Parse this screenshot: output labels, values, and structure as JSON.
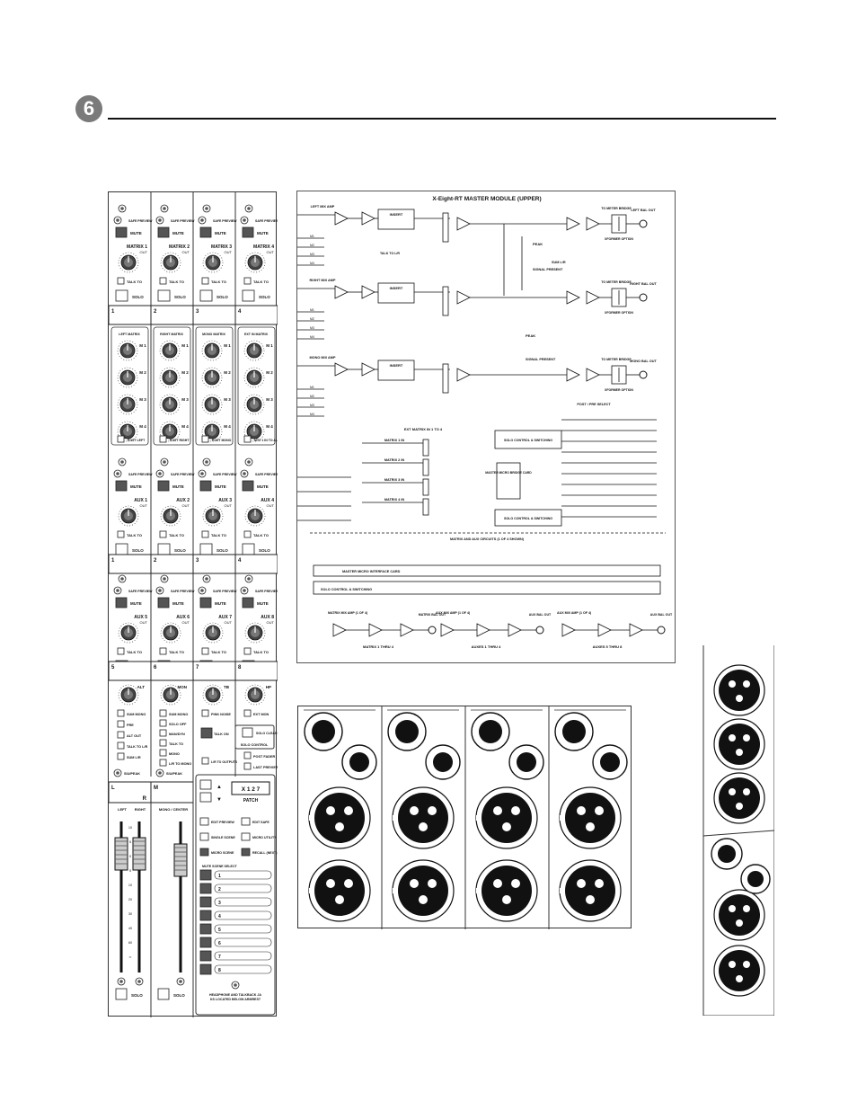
{
  "page": {
    "section_number": "6"
  },
  "strip": {
    "matrix_labels": [
      "MATRIX 1",
      "MATRIX 2",
      "MATRIX 3",
      "MATRIX 4"
    ],
    "aux_top_labels": [
      "AUX 1",
      "AUX 2",
      "AUX 3",
      "AUX 4"
    ],
    "aux_bot_labels": [
      "AUX 5",
      "AUX 6",
      "AUX 7",
      "AUX 8"
    ],
    "out": "OUT",
    "safe_preview": "SAFE PREVIEW",
    "mute": "MUTE",
    "talk_to": "TALK TO",
    "solo": "SOLO",
    "row_nums_a": [
      "1",
      "2",
      "3",
      "4"
    ],
    "row_nums_b": [
      "1",
      "2",
      "3",
      "4"
    ],
    "row_nums_c": [
      "5",
      "6",
      "7",
      "8"
    ],
    "matrix_sources": [
      "LEFT MATRIX",
      "RIGHT MATRIX",
      "MONO MATRIX",
      "EXT IN MATRIX"
    ],
    "matrix_posts": [
      "POST LEFT",
      "POST RIGHT",
      "POST MONO",
      "MTX 1 IN TO ALL"
    ],
    "knob_m": [
      "M 1",
      "M 2",
      "M 3",
      "M 4"
    ],
    "bottom_knobs": [
      "ALT",
      "MON",
      "TB",
      "HP"
    ],
    "ch5": [
      "SUM MONO",
      "PRE",
      "ALT OUT",
      "TALK TO L/R",
      "SUM L/R"
    ],
    "ch6": [
      "SUM MONO",
      "SOLO OFF",
      "MAN/DYN",
      "TALK TO",
      "MONO",
      "L/R TO MONO"
    ],
    "ch7": [
      "PINK NOISE",
      "TALK ON",
      "L/R TO OUTPUTS"
    ],
    "ch8": [
      "EXT MON",
      "SOLO CLEAR",
      "POST FADER",
      "LAST PREVIEW"
    ],
    "solo_control": "SOLO CONTROL",
    "siu_peak": [
      "SIU/PEAK",
      "SIU/PEAK"
    ],
    "lr_label": [
      "L",
      "R",
      "M"
    ],
    "fader_labels": [
      "LEFT",
      "RIGHT",
      "MONO / CENTER"
    ],
    "fader_scale": [
      "10",
      "5",
      "0",
      "5",
      "10",
      "20",
      "30",
      "40",
      "60",
      "∞"
    ],
    "patch": {
      "display": "X 1 2 7",
      "label": "PATCH"
    },
    "scene_buttons": [
      "EDIT PREVIEW",
      "EDIT SAFE",
      "SINGLE SCENE",
      "MICRO UTILITY",
      "MICRO SCENE",
      "RECALL (NEXT)"
    ],
    "mute_scene_select": "MUTE SCENE SELECT",
    "scenes": [
      "1",
      "2",
      "3",
      "4",
      "5",
      "6",
      "7",
      "8"
    ],
    "footer": "HEADPHONE AND TALKBACK JACKS LOCATED BELOW ARMREST"
  },
  "block": {
    "title": "X-Eight-RT MASTER MODULE (UPPER)",
    "labels": {
      "left_mix": "LEFT MIX AMP",
      "right_mix": "RIGHT MIX AMP",
      "mono_mix": "MONO MIX AMP",
      "insert": "INSERT",
      "to_meter_bridge": "TO METER BRIDGE",
      "left_bal_out": "LEFT BAL OUT",
      "right_bal_out": "RIGHT BAL OUT",
      "mono_bal_out": "MONO BAL OUT",
      "xformer": "XFORMER OPTION",
      "peak": "PEAK",
      "signal_present": "SIGNAL PRESENT",
      "sum_lr": "SUM L/R",
      "talk_to_lr": "TALK TO L/R",
      "ext_matrix": "EXT MATRIX IN 1 TO 4",
      "matrix_in": [
        "MATRIX 1 IN",
        "MATRIX 2 IN",
        "MATRIX 3 IN",
        "MATRIX 4 IN"
      ],
      "solo_ctrl": "SOLO CONTROL & SWITCHING",
      "master_micro": "MASTER MICRO BRIDGE CARD",
      "post_pre": "POST / PRE SELECT",
      "mix_circuits": "MATRIX AND AUX CIRCUITS (1 OF 4 SHOWN)",
      "interface": "MASTER MICRO INTERFACE CARD",
      "bottom": [
        "MATRIX 1 THRU 4",
        "AUXES 1 THRU 4",
        "AUXES 5 THRU 8"
      ],
      "mix_amps": [
        "MATRIX MIX AMP (1 OF 4)",
        "AUX MIX AMP (1 OF 4)",
        "AUX MIX AMP (1 OF 4)"
      ],
      "bal_outs": [
        "MATRIX BAL OUT",
        "AUX BAL OUT",
        "AUX BAL OUT"
      ]
    }
  }
}
